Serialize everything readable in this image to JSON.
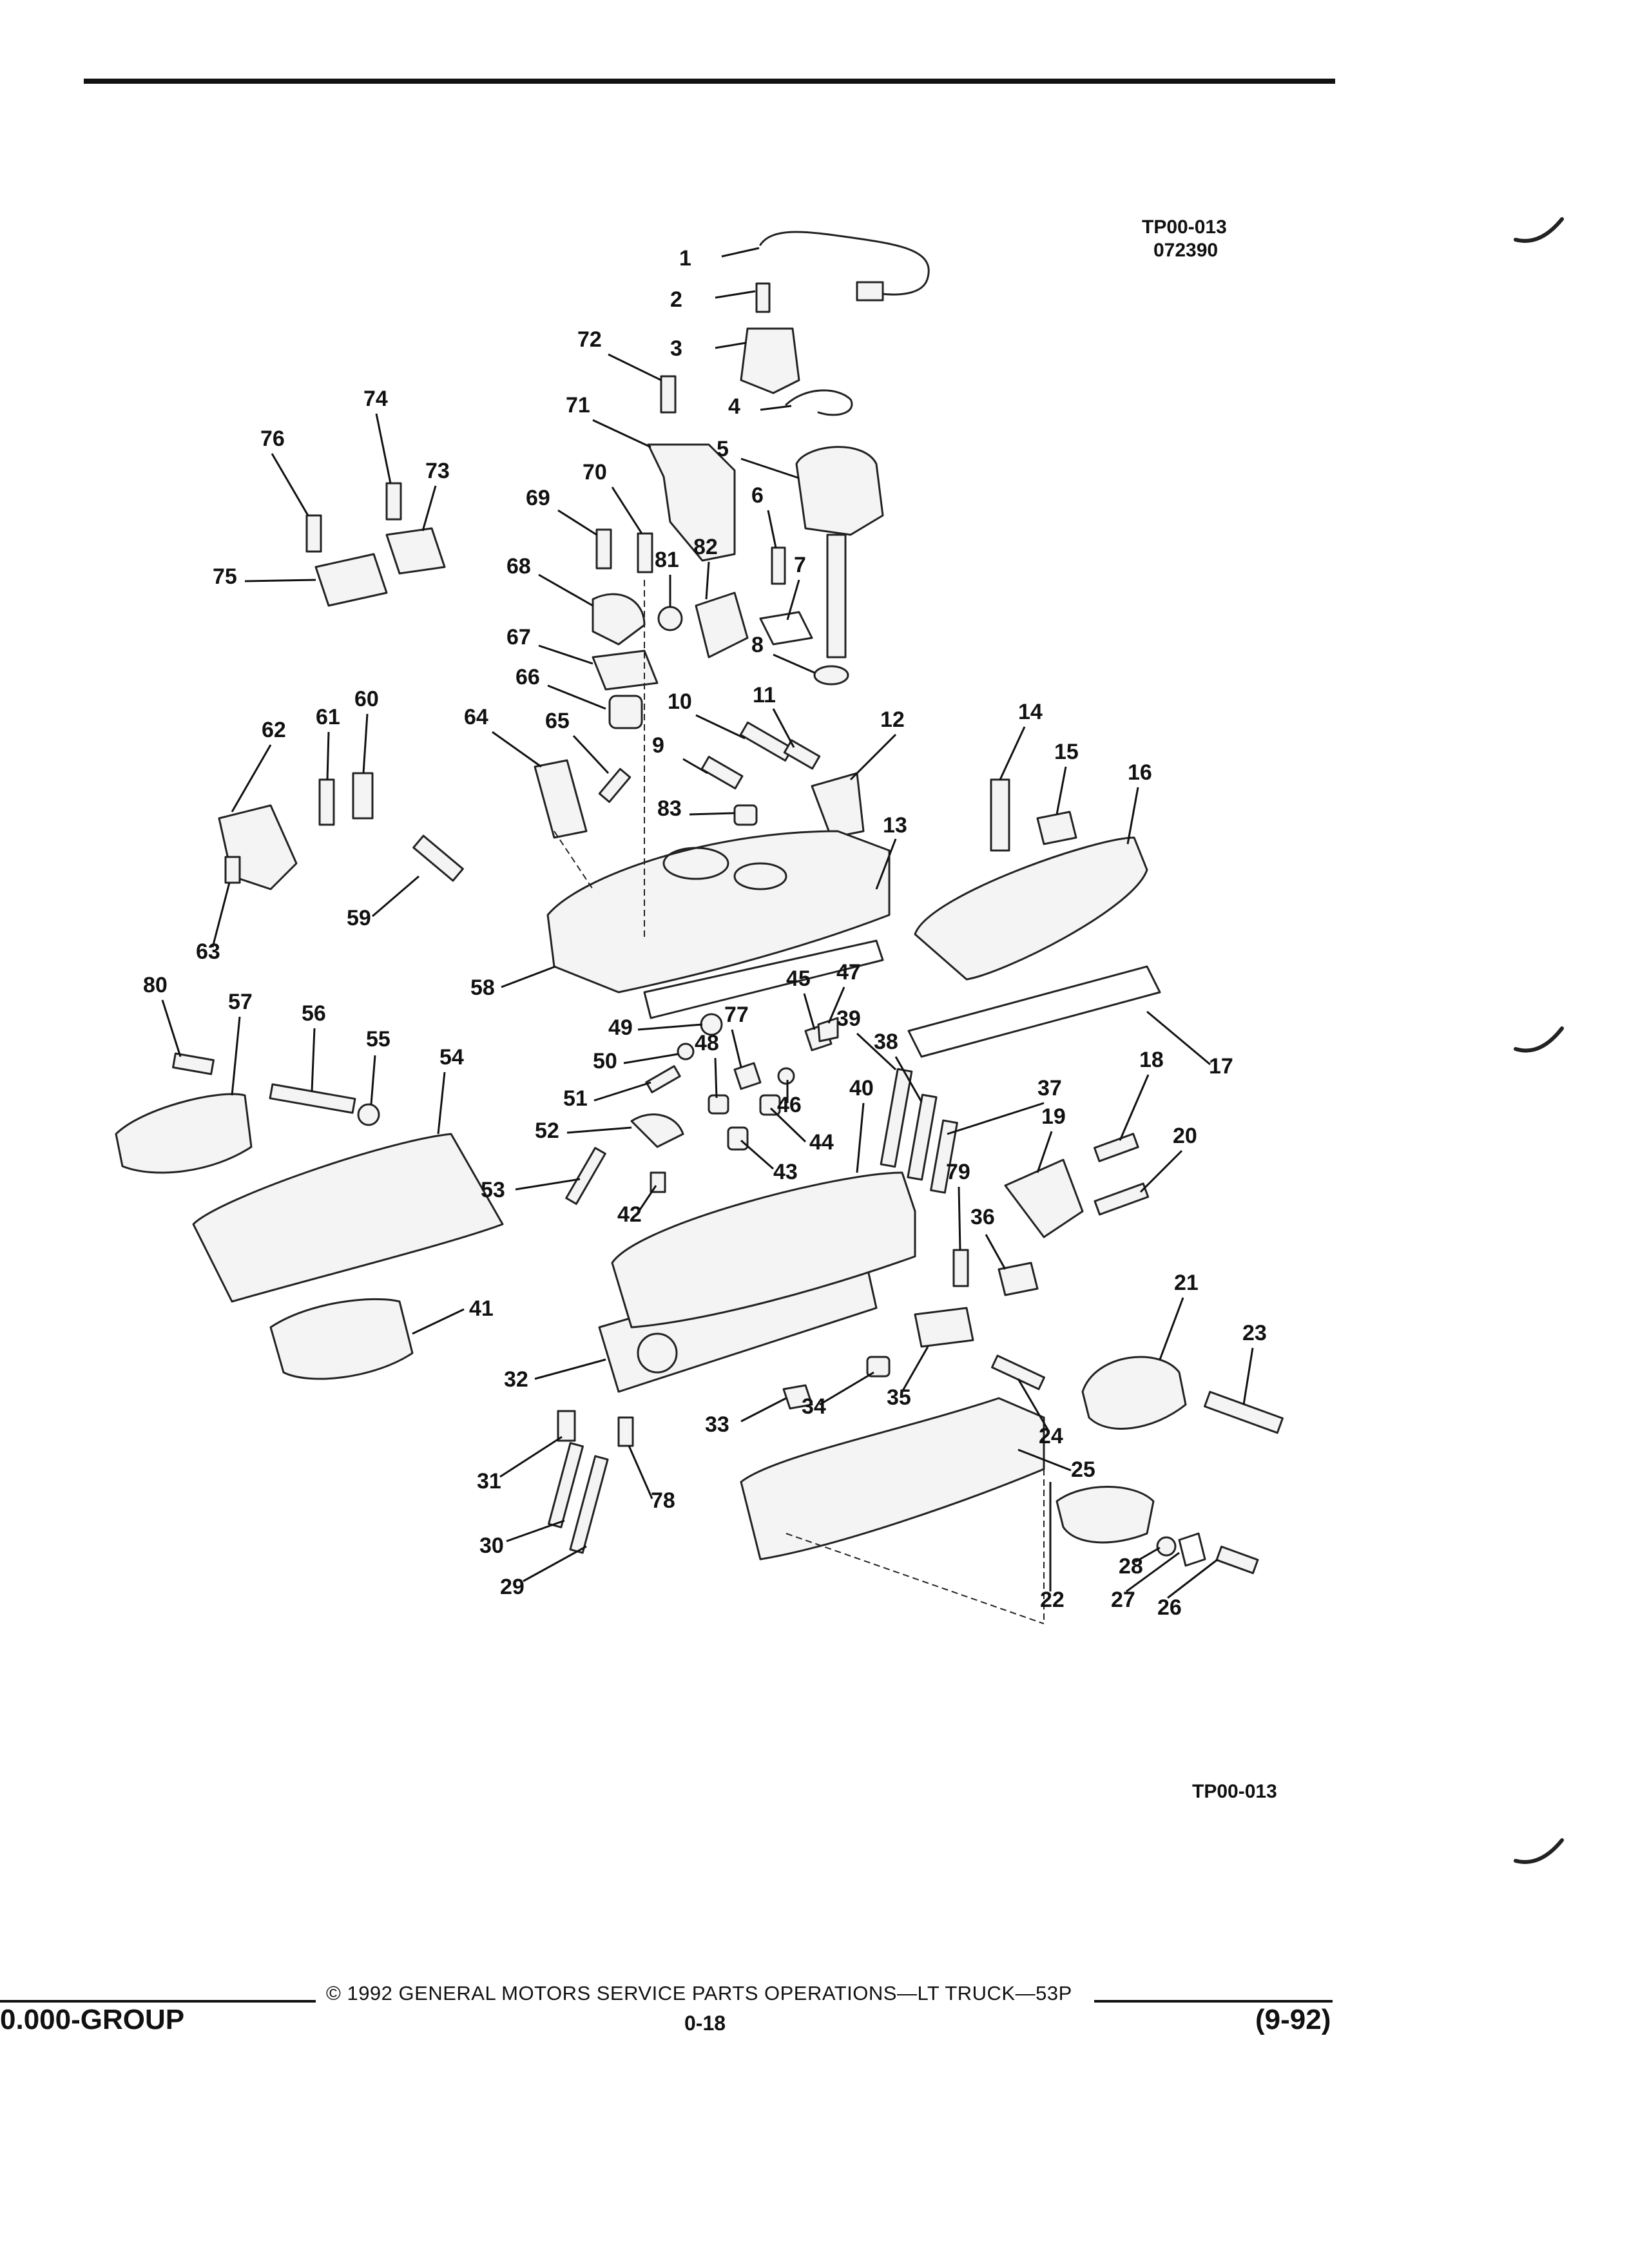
{
  "header": {
    "figure_code": "TP00-013",
    "figure_date": "072390"
  },
  "diagram": {
    "bottom_code": "TP00-013",
    "callouts": [
      "1",
      "2",
      "3",
      "4",
      "5",
      "6",
      "7",
      "8",
      "9",
      "10",
      "11",
      "12",
      "13",
      "14",
      "15",
      "16",
      "17",
      "18",
      "19",
      "20",
      "21",
      "22",
      "23",
      "24",
      "25",
      "26",
      "27",
      "28",
      "29",
      "30",
      "31",
      "32",
      "33",
      "34",
      "35",
      "36",
      "37",
      "38",
      "39",
      "40",
      "41",
      "42",
      "43",
      "44",
      "45",
      "46",
      "47",
      "48",
      "49",
      "50",
      "51",
      "52",
      "53",
      "54",
      "55",
      "56",
      "57",
      "58",
      "59",
      "60",
      "61",
      "62",
      "63",
      "64",
      "65",
      "66",
      "67",
      "68",
      "69",
      "70",
      "71",
      "72",
      "73",
      "74",
      "75",
      "76",
      "77",
      "78",
      "79",
      "80",
      "81",
      "82",
      "83"
    ]
  },
  "footer": {
    "copyright": "© 1992 GENERAL MOTORS SERVICE PARTS OPERATIONS—LT TRUCK—53P",
    "group": "0.000-GROUP",
    "page": "0-18",
    "revision": "(9-92)"
  }
}
